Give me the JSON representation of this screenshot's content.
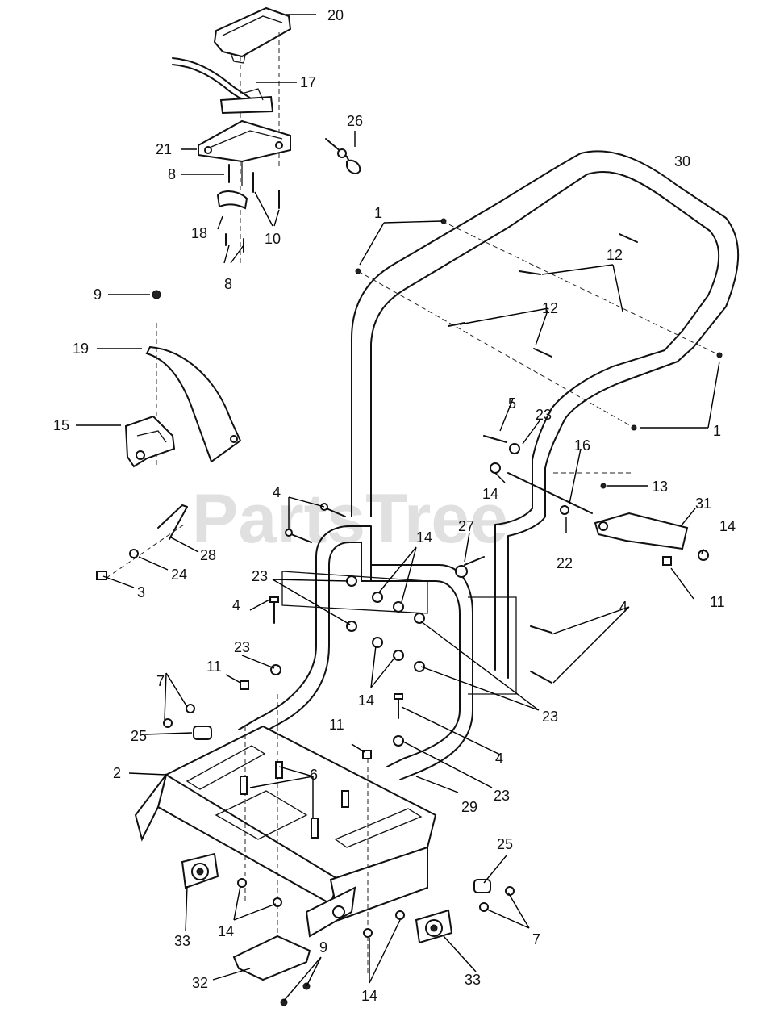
{
  "watermark": "PartsTree",
  "callouts": {
    "c1a": "1",
    "c1b": "1",
    "c2": "2",
    "c3": "3",
    "c4a": "4",
    "c4b": "4",
    "c4c": "4",
    "c4d": "4",
    "c5": "5",
    "c6": "6",
    "c7a": "7",
    "c7b": "7",
    "c8a": "8",
    "c8b": "8",
    "c9a": "9",
    "c9b": "9",
    "c10": "10",
    "c11a": "11",
    "c11b": "11",
    "c11c": "11",
    "c12a": "12",
    "c12b": "12",
    "c13": "13",
    "c14a": "14",
    "c14b": "14",
    "c14c": "14",
    "c14d": "14",
    "c14e": "14",
    "c14f": "14",
    "c15": "15",
    "c16": "16",
    "c17": "17",
    "c18": "18",
    "c19": "19",
    "c20": "20",
    "c21": "21",
    "c22": "22",
    "c23a": "23",
    "c23b": "23",
    "c23c": "23",
    "c23d": "23",
    "c23e": "23",
    "c24": "24",
    "c25a": "25",
    "c25b": "25",
    "c26": "26",
    "c27": "27",
    "c28": "28",
    "c29": "29",
    "c30": "30",
    "c31": "31",
    "c32": "32",
    "c33a": "33",
    "c33b": "33"
  }
}
